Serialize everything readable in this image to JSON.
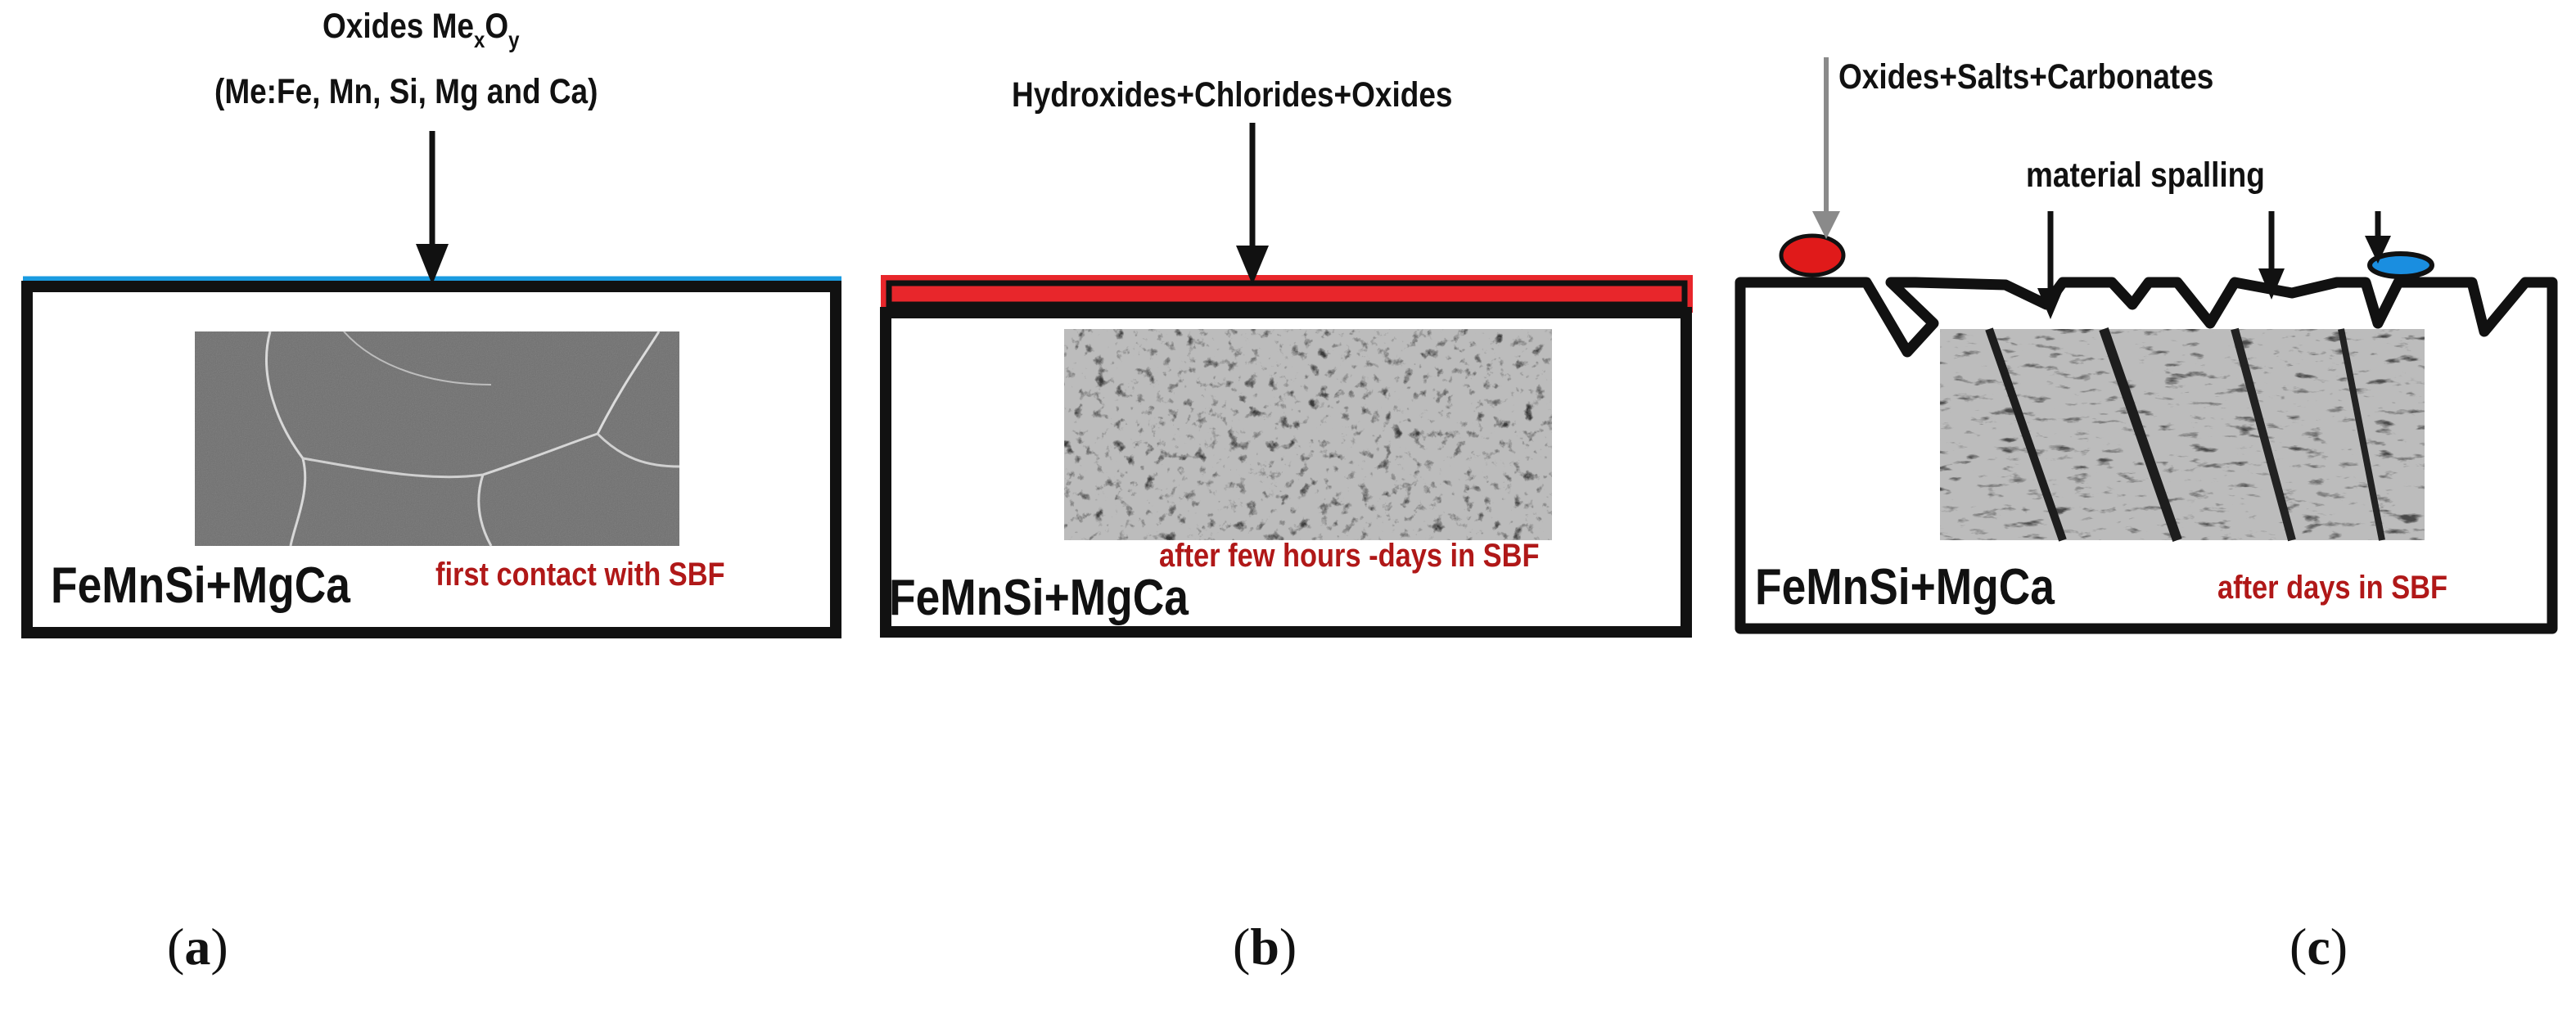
{
  "panels": [
    {
      "id": "a",
      "caption_letter": "a",
      "annotation_line1_prefix": "Oxides Me",
      "annotation_sub_x": "x",
      "annotation_mid": "O",
      "annotation_sub_y": "y",
      "annotation_line2": "(Me:Fe, Mn, Si, Mg and Ca)",
      "material": "FeMnSi+MgCa",
      "condition": "first contact with SBF",
      "layer_color": "#1a9be0"
    },
    {
      "id": "b",
      "caption_letter": "b",
      "annotation": "Hydroxides+Chlorides+Oxides",
      "material": "FeMnSi+MgCa",
      "condition": "after few hours -days in SBF",
      "layer_color": "#e8262b"
    },
    {
      "id": "c",
      "caption_letter": "c",
      "annotation": "Oxides+Salts+Carbonates",
      "annotation2": "material spalling",
      "material": "FeMnSi+MgCa",
      "condition": "after days in SBF",
      "deposit_colors": [
        "#e01a1a",
        "#1a8ee0"
      ]
    }
  ],
  "colors": {
    "outline": "#111111",
    "condition_text": "#b01818",
    "arrow_gray": "#8a8a8a"
  }
}
